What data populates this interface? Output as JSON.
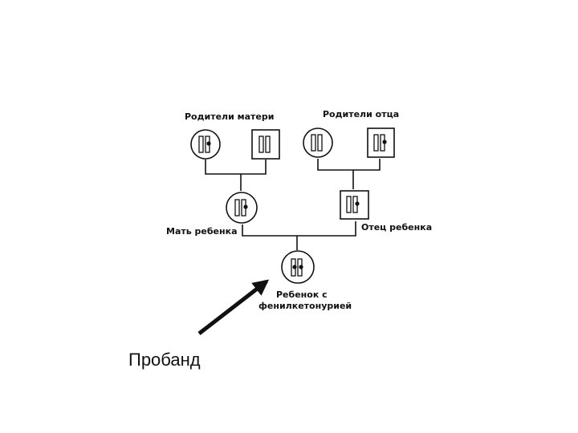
{
  "labels": {
    "maternal_grandparents": "Родители матери",
    "paternal_grandparents": "Родители отца",
    "mother": "Мать ребенка",
    "father": "Отец ребенка",
    "child_line1": "Ребенок с",
    "child_line2": "фенилкетонурией",
    "proband": "Пробанд"
  },
  "individuals": [
    {
      "id": "maternal-grandmother",
      "sex": "female",
      "mutant_alleles": 1
    },
    {
      "id": "maternal-grandfather",
      "sex": "male",
      "mutant_alleles": 0
    },
    {
      "id": "paternal-grandmother",
      "sex": "female",
      "mutant_alleles": 0
    },
    {
      "id": "paternal-grandfather",
      "sex": "male",
      "mutant_alleles": 1
    },
    {
      "id": "mother",
      "sex": "female",
      "mutant_alleles": 1
    },
    {
      "id": "father",
      "sex": "male",
      "mutant_alleles": 1
    },
    {
      "id": "child",
      "sex": "female",
      "mutant_alleles": 2
    }
  ],
  "colors": {
    "ink": "#111111",
    "background": "#ffffff"
  }
}
